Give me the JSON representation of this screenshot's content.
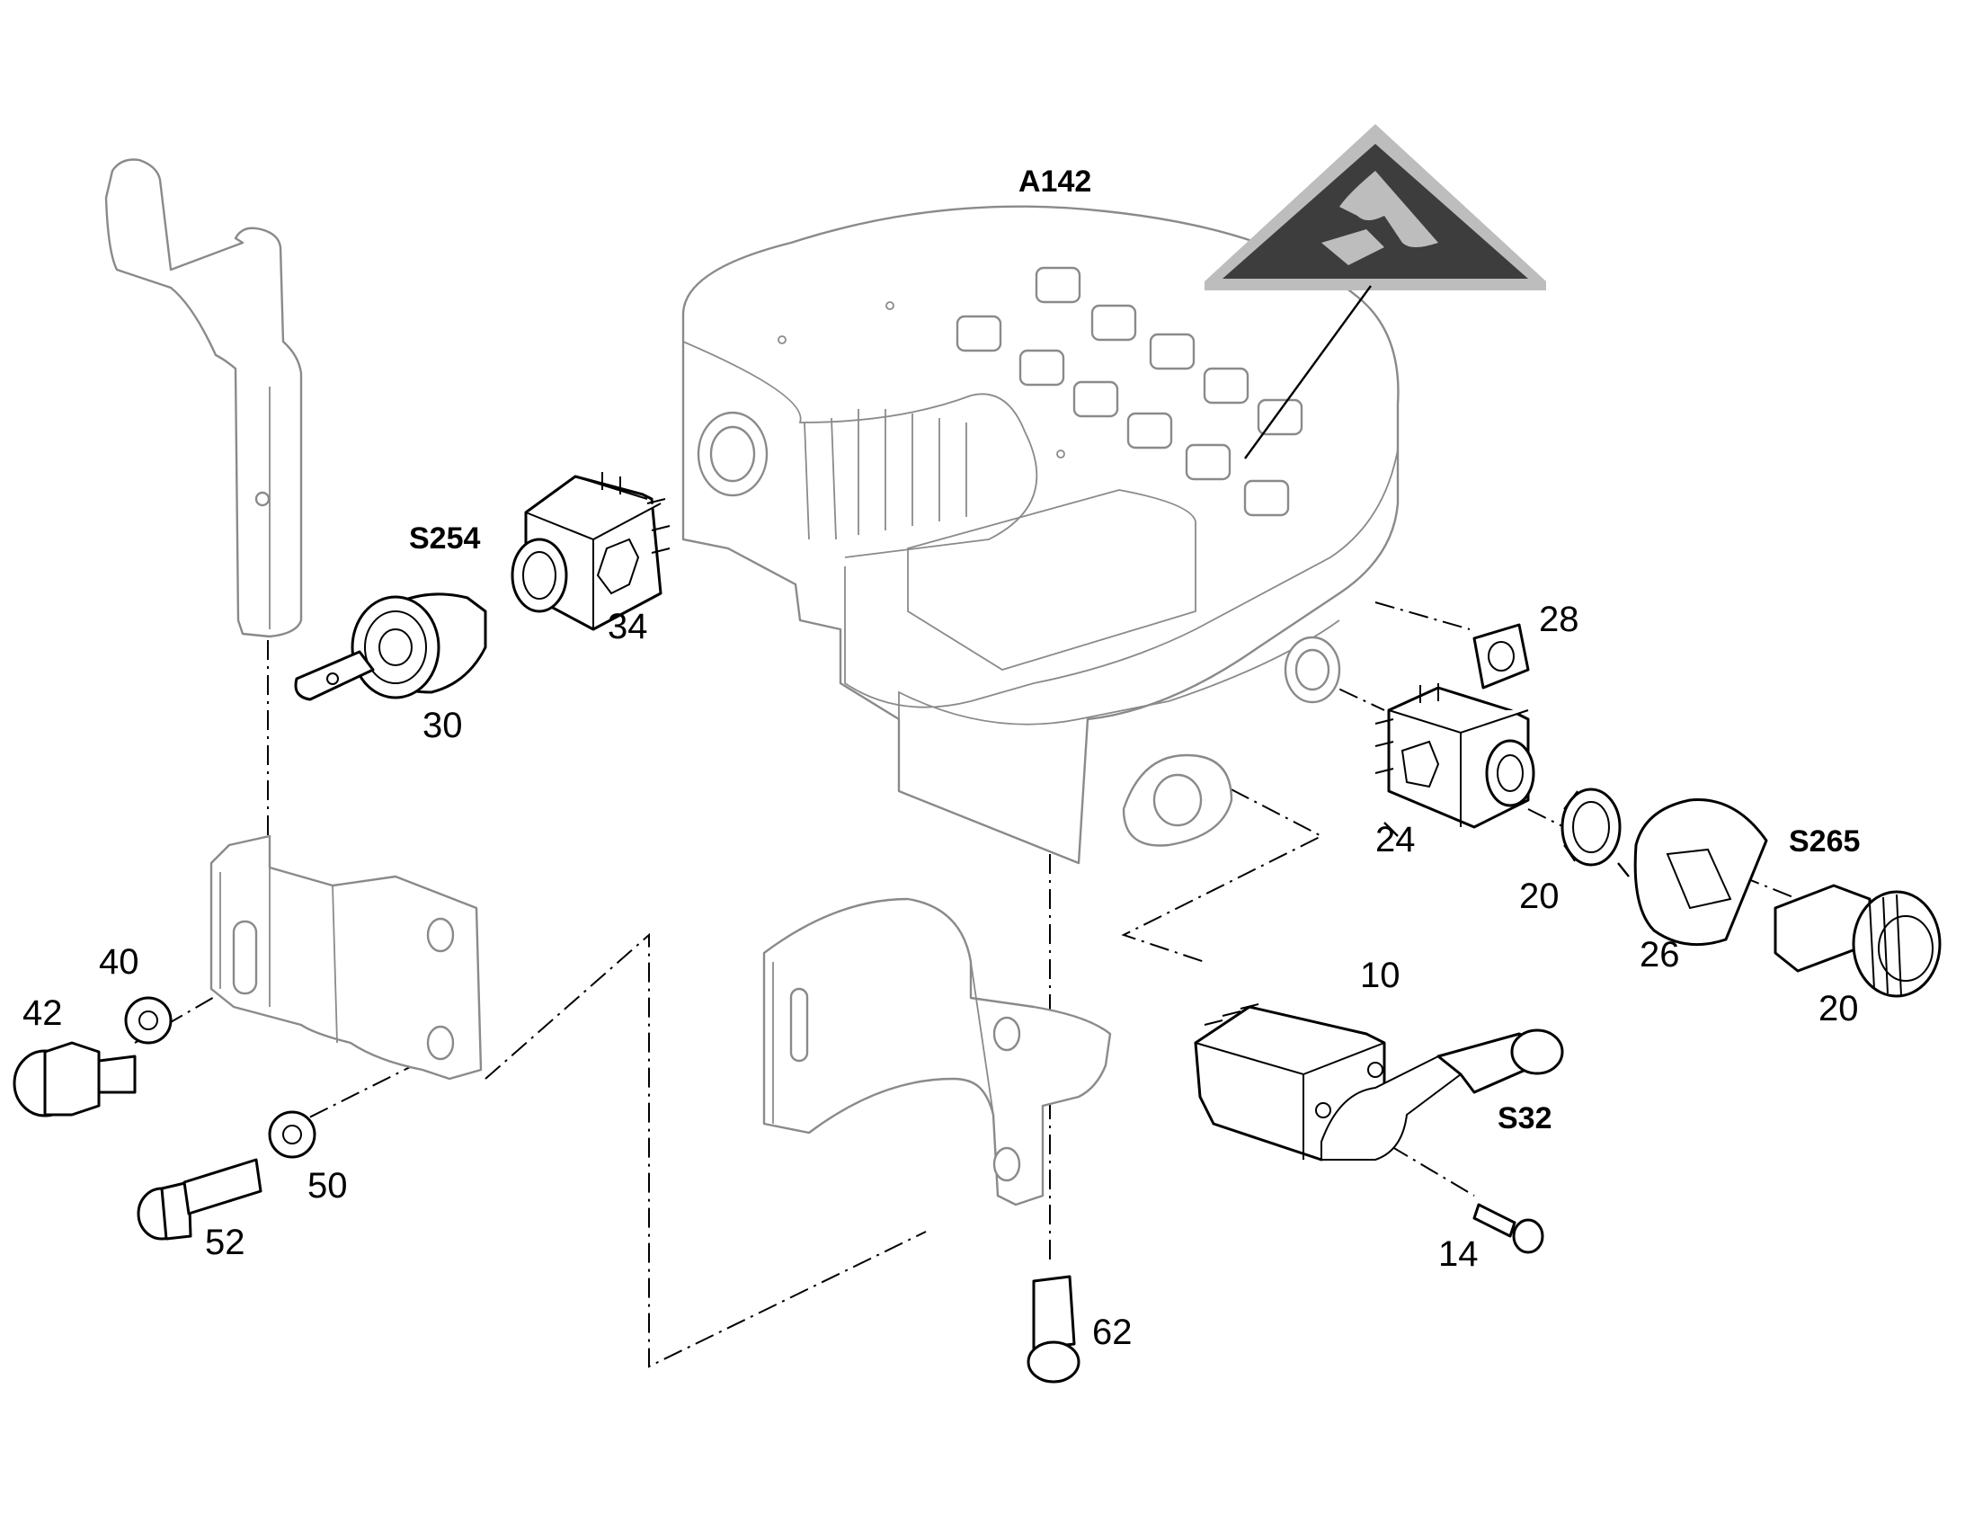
{
  "designators": {
    "a142": "A142",
    "s254": "S254",
    "s265": "S265",
    "s32": "S32"
  },
  "callouts": {
    "c10": "10",
    "c14": "14",
    "c20_nut": "20",
    "c20_button": "20",
    "c24": "24",
    "c26": "26",
    "c28": "28",
    "c30": "30",
    "c34": "34",
    "c40": "40",
    "c42": "42",
    "c50": "50",
    "c52": "52",
    "c62": "62"
  },
  "colors": {
    "line": "#000000",
    "ghost_line": "#8a8a8a",
    "warning_fill": "#3d3d3d",
    "warning_border": "#bdbdbd"
  },
  "icons": {
    "warning": "esd-warning-icon"
  }
}
